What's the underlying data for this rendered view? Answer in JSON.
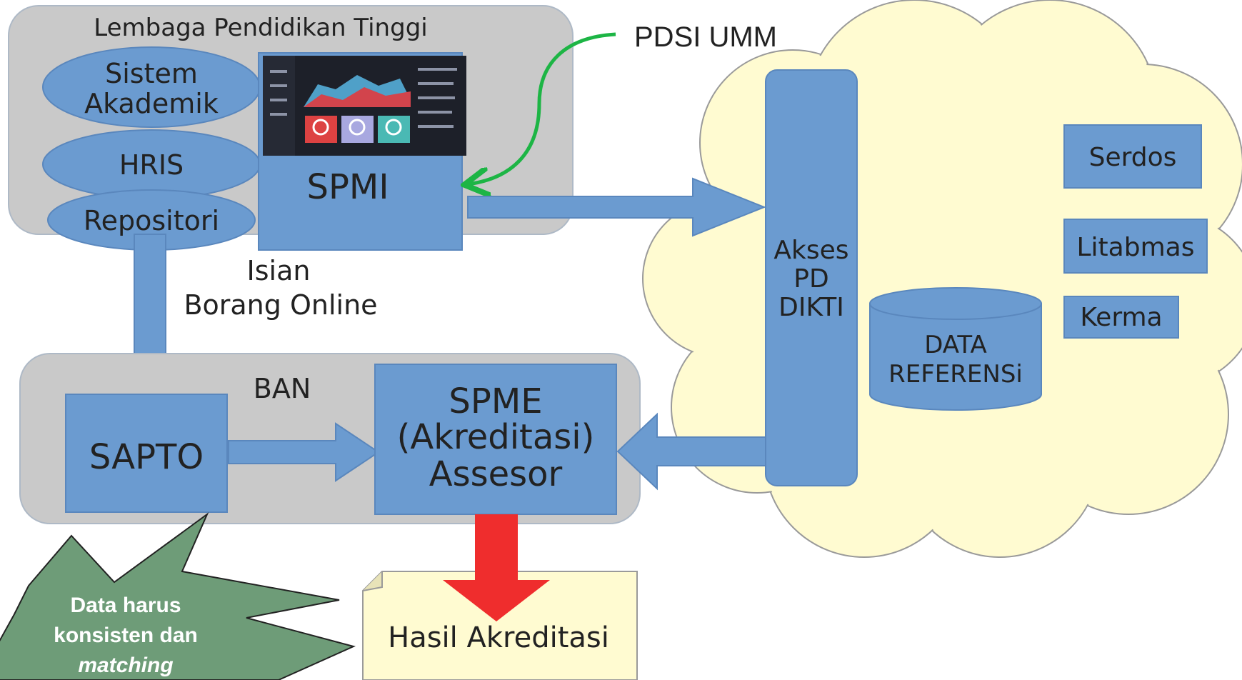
{
  "lpt": {
    "title": "Lembaga Pendidikan Tinggi",
    "ellipses": [
      {
        "line1": "Sistem",
        "line2": "Akademik"
      },
      {
        "line1": "HRIS",
        "line2": ""
      },
      {
        "line1": "Repositori",
        "line2": ""
      }
    ],
    "spmi_label": "SPMI"
  },
  "pdsi_label": "PDSI UMM",
  "arrow_label": {
    "line1": "Isian",
    "line2": "Borang Online"
  },
  "ban": {
    "title": "BAN",
    "sapto_label": "SAPTO",
    "spme": {
      "line1": "SPME",
      "line2": "(Akreditasi)",
      "line3": "Assesor"
    }
  },
  "cloud": {
    "akses": {
      "line1": "Akses",
      "line2": "PD",
      "line3": "DIKTI"
    },
    "data_ref": {
      "line1": "DATA",
      "line2": "REFERENSi"
    },
    "boxes": [
      "Serdos",
      "Litabmas",
      "Kerma"
    ]
  },
  "hasil_label": "Hasil Akreditasi",
  "starburst": {
    "line1": "Data harus",
    "line2": "konsisten dan",
    "line3": "matching"
  },
  "colors": {
    "box_blue": "#6b9bd0",
    "container_grey": "#c9c9c9",
    "cloud_yellow": "#fffbd1",
    "star_green": "#6e9c78",
    "result_arrow_red": "#ef2d2d",
    "pdsi_arrow_green": "#1db545"
  }
}
